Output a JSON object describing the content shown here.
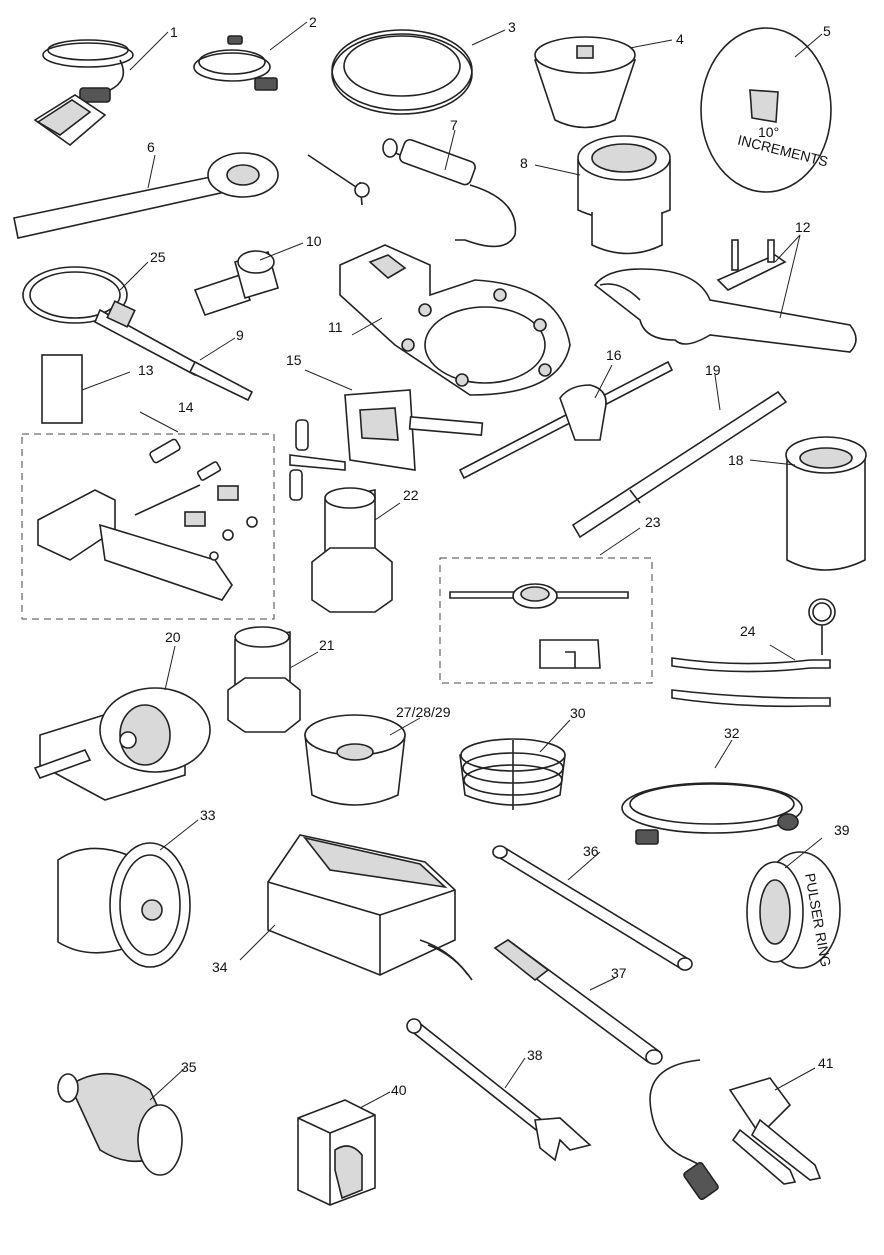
{
  "callouts": {
    "c1": "1",
    "c2": "2",
    "c3": "3",
    "c4": "4",
    "c5": "5",
    "c6": "6",
    "c7": "7",
    "c8": "8",
    "c9": "9",
    "c10": "10",
    "c11": "11",
    "c12": "12",
    "c13": "13",
    "c14": "14",
    "c15": "15",
    "c16": "16",
    "c18": "18",
    "c19": "19",
    "c20": "20",
    "c21": "21",
    "c22": "22",
    "c23": "23",
    "c24": "24",
    "c25": "25",
    "c27": "27/28/29",
    "c30": "30",
    "c32": "32",
    "c33": "33",
    "c34": "34",
    "c35": "35",
    "c36": "36",
    "c37": "37",
    "c38": "38",
    "c39": "39",
    "c40": "40",
    "c41": "41"
  },
  "tool_text": {
    "degree_label": "10°",
    "increments_label": "INCREMENTS",
    "pulser_ring_label": "PULSER RING"
  }
}
